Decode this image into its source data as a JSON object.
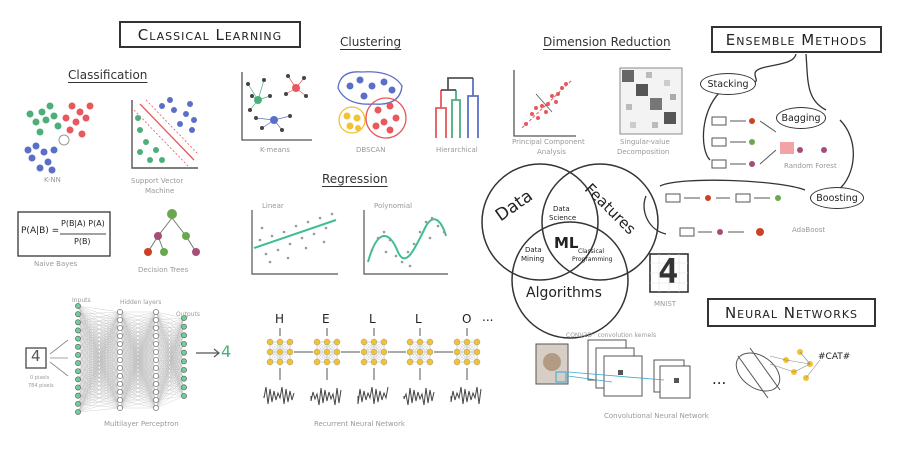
{
  "sections": {
    "classical_learning": "Classical Learning",
    "ensemble_methods": "Ensemble Methods",
    "neural_networks": "Neural Networks"
  },
  "headings": {
    "classification": "Classification",
    "clustering": "Clustering",
    "dimension_reduction": "Dimension Reduction",
    "regression": "Regression"
  },
  "captions": {
    "knn": "K-NN",
    "svm_1": "Support Vector",
    "svm_2": "Machine",
    "naive_bayes": "Naive Bayes",
    "decision_trees": "Decision Trees",
    "kmeans": "K-means",
    "dbscan": "DBSCAN",
    "hierarchical": "Hierarchical",
    "pca_1": "Principal Component",
    "pca_2": "Analysis",
    "svd_1": "Singular-value",
    "svd_2": "Decomposition",
    "linear": "Linear",
    "polynomial": "Polynomial",
    "random_forest": "Random Forest",
    "adaboost": "AdaBoost",
    "mnist": "MNIST",
    "mlp": "Multilayer Perceptron",
    "rnn": "Recurrent Neural Network",
    "cnn": "Convolutional Neural Network",
    "cnn_label": "CONV2D · convolution kernels",
    "mlp_inputs": "Inputs",
    "mlp_hidden": "Hidden layers",
    "mlp_outputs": "Outputs",
    "mlp_pixels_1": "0 pixels",
    "mlp_pixels_2": "784 pixels"
  },
  "bayes": {
    "lhs": "P(A|B) =",
    "num": "P(B|A) P(A)",
    "den": "P(B)"
  },
  "ensemble": {
    "stacking": "Stacking",
    "bagging": "Bagging",
    "boosting": "Boosting"
  },
  "venn": {
    "data": "Data",
    "features": "Features",
    "algorithms": "Algorithms",
    "center": "ML",
    "data_science_1": "Data",
    "data_science_2": "Science",
    "data_mining_1": "Data",
    "data_mining_2": "Mining",
    "classical_1": "Classical",
    "classical_2": "Programming"
  },
  "mnist_digit": "4",
  "mlp_input_digit": "4",
  "mlp_output": "4",
  "rnn_letters": [
    "H",
    "E",
    "L",
    "L",
    "O",
    "..."
  ],
  "cnn_output": "#CAT#",
  "cnn_dots": "...",
  "colors": {
    "knn_green": "#4caf7a",
    "knn_red": "#e8585c",
    "knn_blue": "#5b6fc9",
    "regression_line": "#3fbf8f",
    "neuron_yellow": "#f1c232",
    "line_gray": "#444444"
  }
}
